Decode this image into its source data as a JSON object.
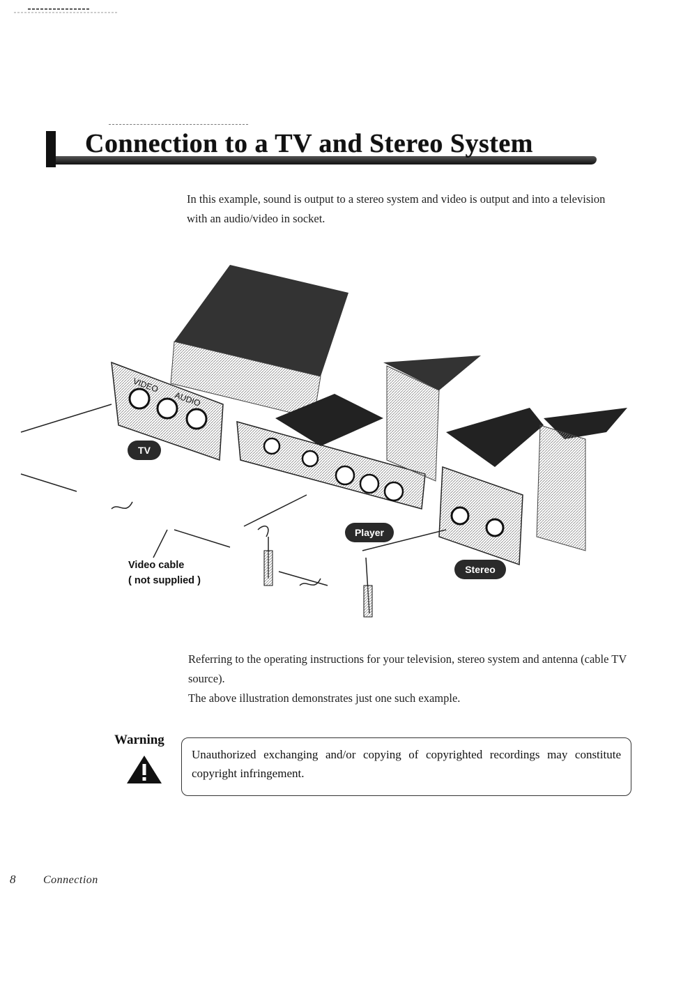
{
  "header": {
    "title": "Connection to a TV and Stereo System"
  },
  "intro": "In this example, sound is output to a stereo system and video is output and into a television with an audio/video in socket.",
  "illustration": {
    "tv_label": "TV",
    "player_label": "Player",
    "stereo_label": "Stereo",
    "cable_line1": "Video cable",
    "cable_line2": "( not supplied )"
  },
  "body": {
    "line1": "Referring to the operating instructions for your television, stereo system and antenna (cable TV source).",
    "line2": "The above illustration demonstrates just one such example."
  },
  "warning": {
    "label": "Warning",
    "text": "Unauthorized exchanging and/or copying of copyrighted recordings may constitute copyright infringement."
  },
  "footer": {
    "page_number": "8",
    "section": "Connection"
  }
}
